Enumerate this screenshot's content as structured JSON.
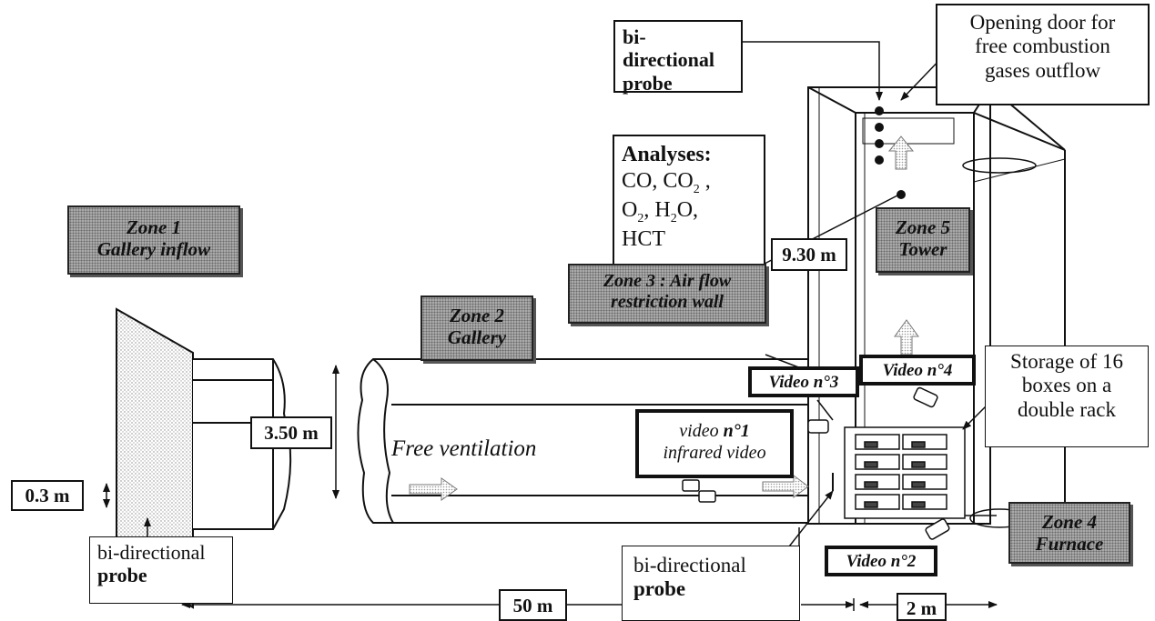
{
  "probe_top": {
    "line1": "bi-directional",
    "line2": "probe"
  },
  "door": {
    "line1": "Opening door for",
    "line2": "free  combustion",
    "line3": "gases outflow"
  },
  "analyses": {
    "title": "Analyses:",
    "line1": "CO, CO",
    "line1_sub": "2",
    "line1_end": " ,",
    "line2a": "O",
    "line2_sub1": "2",
    "line2b": ", H",
    "line2_sub2": "2",
    "line2c": "O,",
    "line3": "HCT"
  },
  "zones": {
    "z1": {
      "line1": "Zone 1",
      "line2": "Gallery inflow"
    },
    "z2": {
      "line1": "Zone 2",
      "line2": "Gallery"
    },
    "z3": {
      "line1": "Zone 3 : Air flow",
      "line2": "restriction wall"
    },
    "z4": {
      "line1": "Zone 4",
      "line2": "Furnace"
    },
    "z5": {
      "line1": "Zone 5",
      "line2": "Tower"
    }
  },
  "dims": {
    "height_tower": "9.30 m",
    "height_gallery": "3.50 m",
    "small": "0.3 m",
    "length": "50 m",
    "furnace": "2 m"
  },
  "videos": {
    "v1_line1": "video ",
    "v1_bold": "n°1",
    "v1_line2": "infrared video",
    "v2": "Video n°2",
    "v3": "Video n°3",
    "v4": "Video n°4"
  },
  "free_ventilation": "Free ventilation",
  "storage": {
    "line1": "Storage of 16",
    "line2": "boxes on a",
    "line3": "double rack"
  },
  "probe_left": {
    "line1": "bi-directional",
    "line2": "probe"
  },
  "probe_bottom": {
    "line1": "bi-directional",
    "line2": "probe"
  }
}
